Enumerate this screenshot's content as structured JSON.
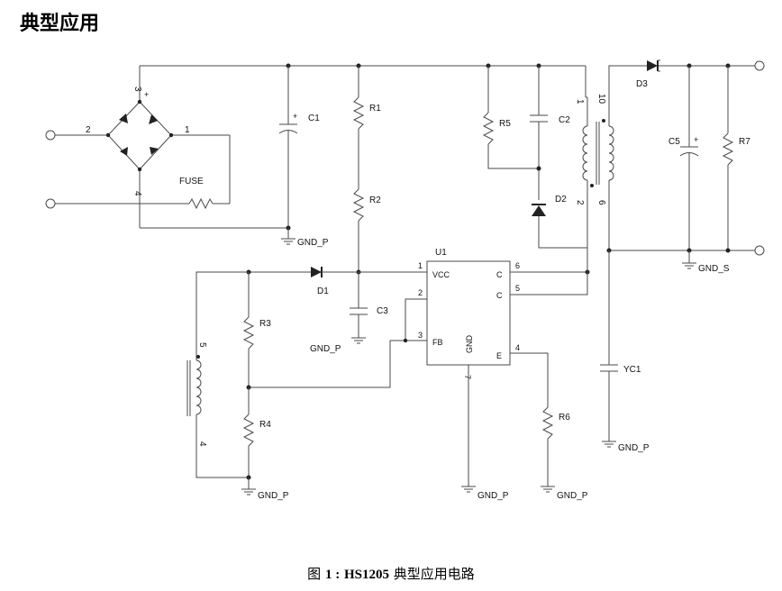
{
  "heading": "典型应用",
  "caption": {
    "prefix": "图",
    "num": "1 :",
    "model": "HS1205",
    "suffix": "典型应用电路"
  },
  "labels": {
    "C1": "C1",
    "C2": "C2",
    "C3": "C3",
    "C5": "C5",
    "YC1": "YC1",
    "R1": "R1",
    "R2": "R2",
    "R3": "R3",
    "R4": "R4",
    "R5": "R5",
    "R6": "R6",
    "R7": "R7",
    "D1": "D1",
    "D2": "D2",
    "D3": "D3",
    "FUSE": "FUSE",
    "U1": "U1",
    "gnd_p": "GND_P",
    "gnd_s": "GND_S",
    "vcc": "VCC",
    "c": "C",
    "fb": "FB",
    "e": "E",
    "gnd": "GND",
    "plus": "+"
  },
  "pins": {
    "u1_1": "1",
    "u1_2": "2",
    "u1_3": "3",
    "u1_4": "4",
    "u1_5": "5",
    "u1_6": "6",
    "u1_7": "7",
    "br_1": "1",
    "br_2": "2",
    "br_3": "3",
    "br_4": "4",
    "t_1": "1",
    "t_2": "2",
    "t_6": "6",
    "t_10": "10",
    "aux_4": "4",
    "aux_5": "5"
  }
}
